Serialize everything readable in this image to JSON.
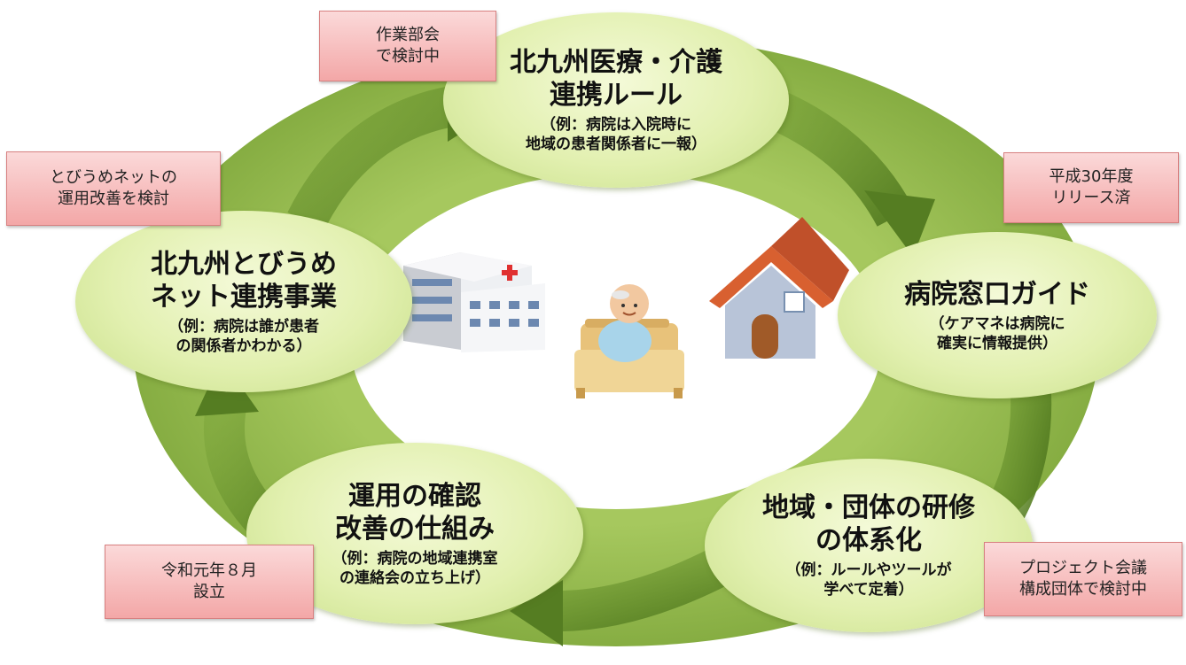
{
  "colors": {
    "ring": "#92b74a",
    "ring_dark": "#7aa23a",
    "arrow": "#5f8a2a",
    "node_fill": "#e2f0b0",
    "note_fill": "#f6b9b9"
  },
  "nodes": {
    "rules": {
      "title": "北九州医療・介護\n連携ルール",
      "example": "（例：病院は入院時に\n地域の患者関係者に一報）"
    },
    "guide": {
      "title": "病院窓口ガイド",
      "example": "（ケアマネは病院に\n確実に情報提供）"
    },
    "training": {
      "title": "地域・団体の研修\nの体系化",
      "example": "（例：ルールやツールが\n学べて定着）"
    },
    "review": {
      "title": "運用の確認\n改善の仕組み",
      "example": "（例：病院の地域連携室\nの連絡会の立ち上げ）"
    },
    "tobiume": {
      "title": "北九州とびうめ\nネット連携事業",
      "example": "（例：病院は誰が患者\nの関係者かわかる）"
    }
  },
  "notes": {
    "working_group": "作業部会\nで検討中",
    "released": "平成30年度\nリリース済",
    "project": "プロジェクト会議\n構成団体で検討中",
    "established": "令和元年８月\n設立",
    "tobiume_improve": "とびうめネットの\n運用改善を検討"
  },
  "icons": [
    "hospital-icon",
    "patient-in-bed-icon",
    "house-icon"
  ]
}
